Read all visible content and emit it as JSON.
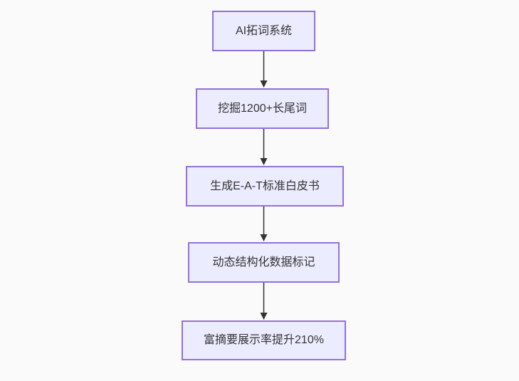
{
  "diagram": {
    "type": "flowchart",
    "direction": "top-down",
    "colors": {
      "background": "#fafafa",
      "node_fill": "#ECECFF",
      "node_border": "#9370DB",
      "node_text": "#333333",
      "arrow": "#333333"
    },
    "nodes": [
      {
        "id": "step-1",
        "label": "AI拓词系统"
      },
      {
        "id": "step-2",
        "label": "挖掘1200+长尾词"
      },
      {
        "id": "step-3",
        "label": "生成E-A-T标准白皮书"
      },
      {
        "id": "step-4",
        "label": "动态结构化数据标记"
      },
      {
        "id": "step-5",
        "label": "富摘要展示率提升210%"
      }
    ],
    "edges": [
      {
        "from": "step-1",
        "to": "step-2",
        "style": "arrow-down"
      },
      {
        "from": "step-2",
        "to": "step-3",
        "style": "arrow-down"
      },
      {
        "from": "step-3",
        "to": "step-4",
        "style": "arrow-down"
      },
      {
        "from": "step-4",
        "to": "step-5",
        "style": "arrow-down"
      }
    ]
  }
}
